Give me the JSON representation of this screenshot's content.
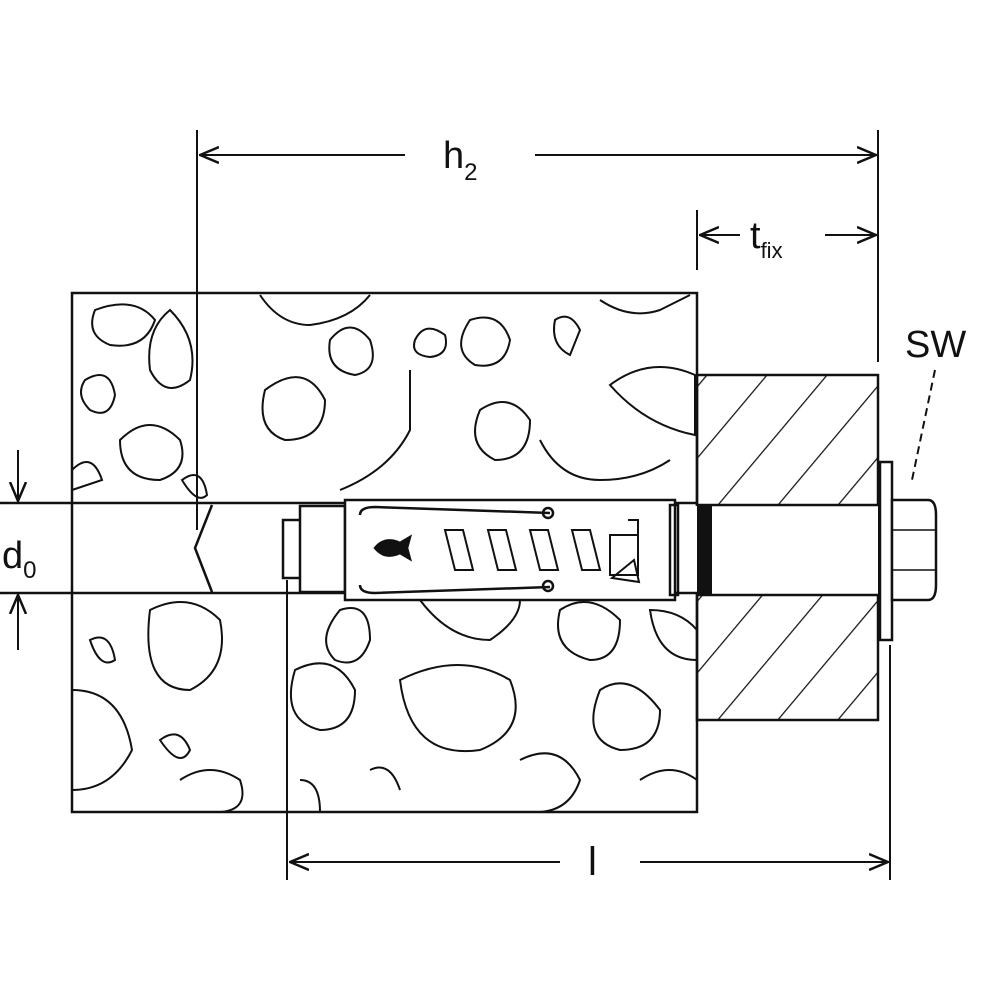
{
  "labels": {
    "h2": {
      "base": "h",
      "sub": "2"
    },
    "tfix": {
      "base": "t",
      "sub": "fix"
    },
    "sw": {
      "base": "SW"
    },
    "d0": {
      "base": "d",
      "sub": "0"
    },
    "l": {
      "base": "l"
    }
  },
  "colors": {
    "line": "#111111",
    "background": "#ffffff"
  }
}
